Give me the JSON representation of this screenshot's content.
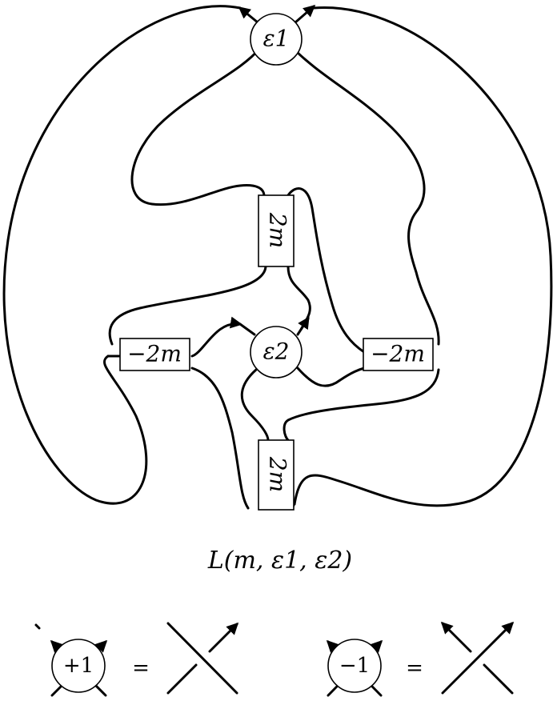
{
  "link_diagram": {
    "node_top_label": "ε1",
    "node_center_label": "ε2",
    "box_top_label": "2m",
    "box_bottom_label": "2m",
    "box_left_label": "−2m",
    "box_right_label": "−2m",
    "caption": "L(m, ε1, ε2)"
  },
  "legend": {
    "plus_label": "+1",
    "minus_label": "−1",
    "equals_1": "=",
    "equals_2": "="
  }
}
